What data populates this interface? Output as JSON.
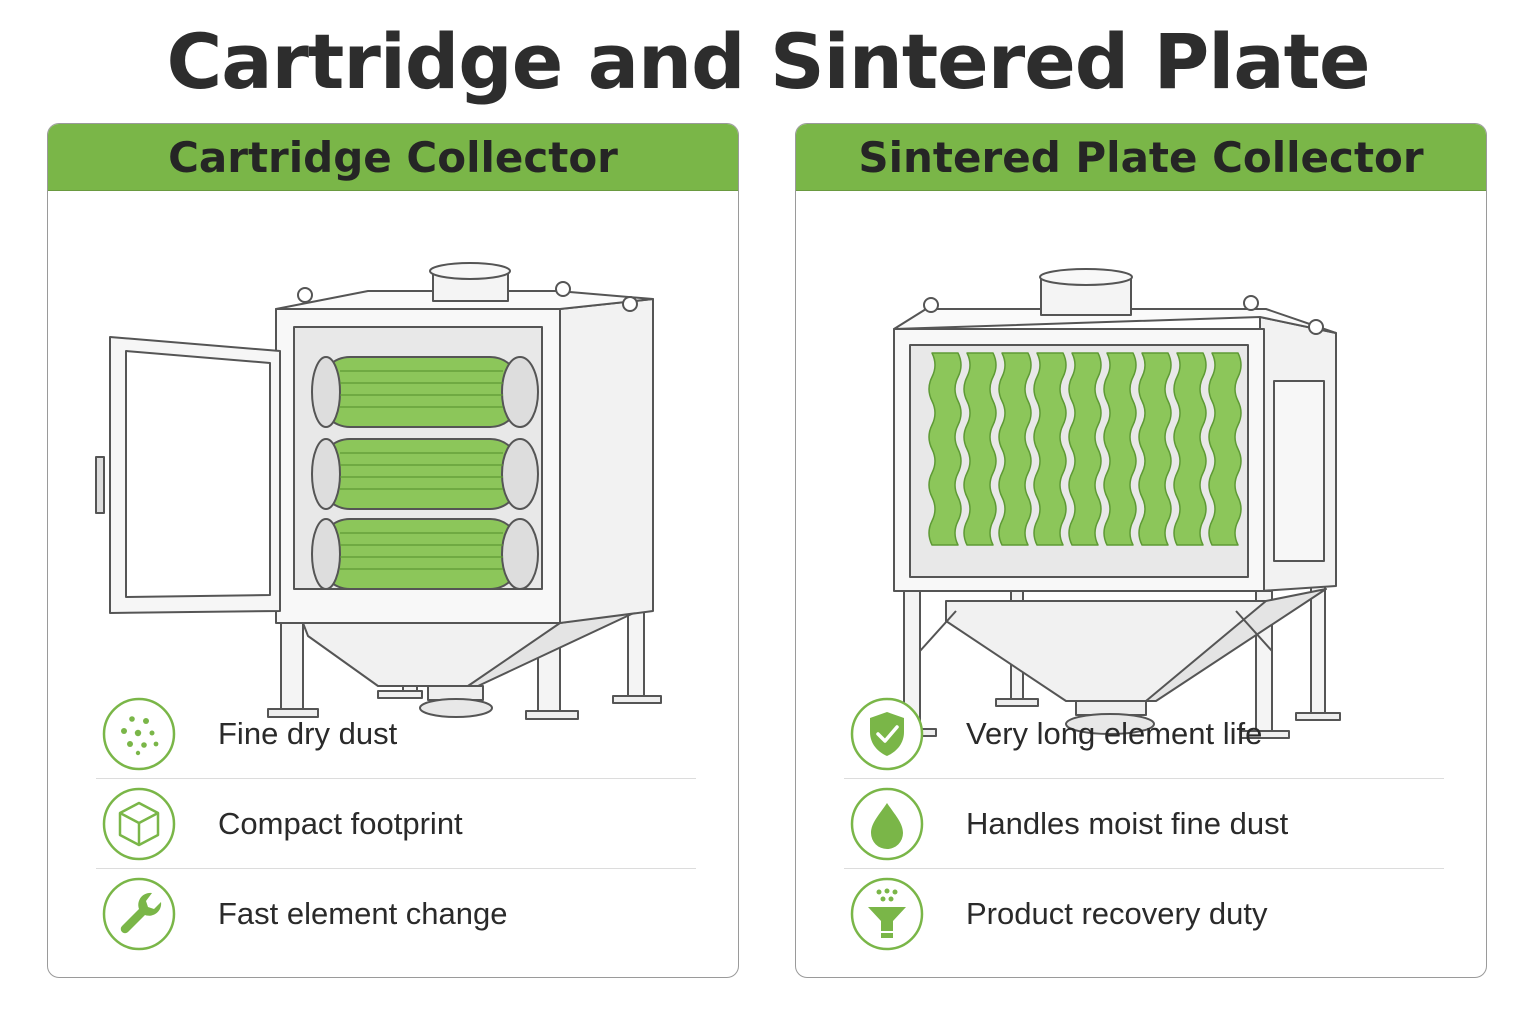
{
  "title": "Cartridge and Sintered Plate",
  "colors": {
    "accent_green": "#7ab648",
    "filter_green": "#8cc65a",
    "outline": "#555555",
    "divider": "#dcdcdc"
  },
  "panels": [
    {
      "heading": "Cartridge Collector",
      "illustration": "cartridge-collector-unit",
      "features": [
        {
          "icon": "dust-particles-icon",
          "label": "Fine dry dust"
        },
        {
          "icon": "cube-icon",
          "label": "Compact footprint"
        },
        {
          "icon": "wrench-icon",
          "label": "Fast element change"
        }
      ]
    },
    {
      "heading": "Sintered Plate Collector",
      "illustration": "sintered-plate-collector-unit",
      "features": [
        {
          "icon": "shield-check-icon",
          "label": "Very long element life"
        },
        {
          "icon": "water-drop-icon",
          "label": "Handles moist fine dust"
        },
        {
          "icon": "funnel-recovery-icon",
          "label": "Product recovery duty"
        }
      ]
    }
  ]
}
